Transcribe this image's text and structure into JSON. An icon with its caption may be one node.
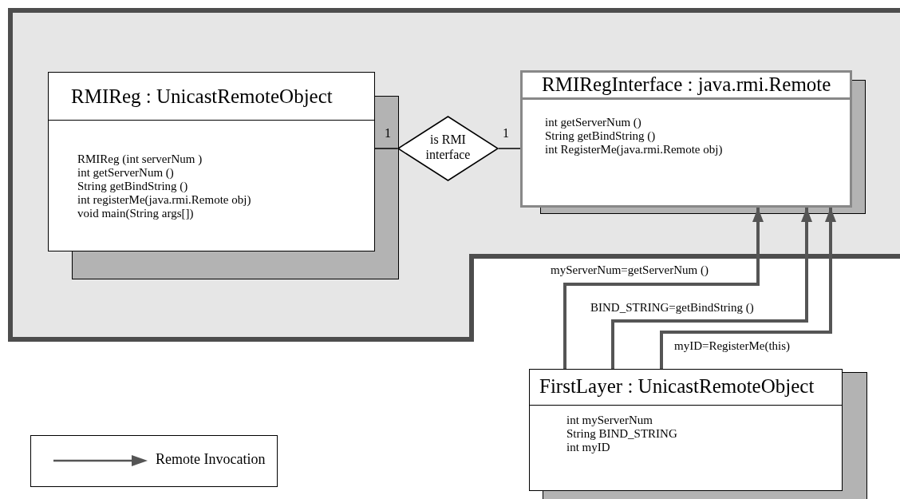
{
  "diagram": {
    "nodes": [
      {
        "text": [],
        "shape": "box"
      },
      {
        "text": [
          "RMIReg : UnicastRemoteObject",
          "RMIReg (int serverNum )",
          "int getServerNum ()",
          "String getBindString ()",
          "int registerMe(java.rmi.Remote obj)",
          "void main(String args[])"
        ],
        "in": 0
      },
      {
        "text": [
          "is RMI interface"
        ],
        "in": 0
      },
      {
        "text": [
          "RMIRegInterface : java.rmi.Remote",
          "int getServerNum ()",
          "String getBindString ()",
          "int RegisterMe(java.rmi.Remote obj)"
        ],
        "in": 0
      },
      {
        "text": [
          "FirstLayer : UnicastRemoteObject",
          "int myServerNum",
          "String BIND_STRING",
          "int myID"
        ]
      }
    ],
    "edges": [
      {
        "from": 1,
        "to": 2,
        "arrow": "none",
        "color": "#000000"
      },
      {
        "from": 2,
        "to": 3,
        "arrow": "none",
        "color": "#000000"
      },
      {
        "from": 4,
        "to": 3,
        "arrow": "to",
        "label": "myServerNum=getServerNum ()"
      },
      {
        "from": 4,
        "to": 3,
        "arrow": "to",
        "label": "BIND_STRING=getBindString ()"
      },
      {
        "from": 4,
        "to": 3,
        "arrow": "to",
        "label": "myID=RegisterMe(this)"
      }
    ],
    "labels": [
      "1",
      "1"
    ],
    "legend": [
      {
        "text": "Remote Invocation"
      }
    ]
  }
}
